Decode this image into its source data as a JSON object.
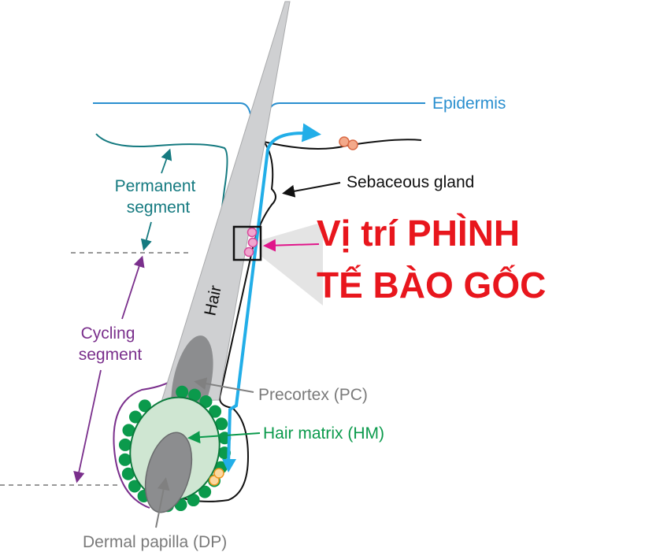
{
  "labels": {
    "epidermis": "Epidermis",
    "sebaceous_gland": "Sebaceous gland",
    "permanent_segment_line1": "Permanent",
    "permanent_segment_line2": "segment",
    "cycling_segment_line1": "Cycling",
    "cycling_segment_line2": "segment",
    "hair": "Hair",
    "precortex": "Precortex (PC)",
    "hair_matrix": "Hair matrix (HM)",
    "dermal_papilla": "Dermal papilla (DP)"
  },
  "callout": {
    "line1": "Vị trí PHÌNH",
    "line2": "TẾ BÀO GỐC"
  },
  "colors": {
    "epidermis": "#2a8fcf",
    "permanent": "#157a80",
    "cycling": "#7a2f8c",
    "matrix": "#0b9a4c",
    "callout": "#e8161d",
    "pointer": "#e0158a",
    "gray_text": "#7a7a7a"
  }
}
